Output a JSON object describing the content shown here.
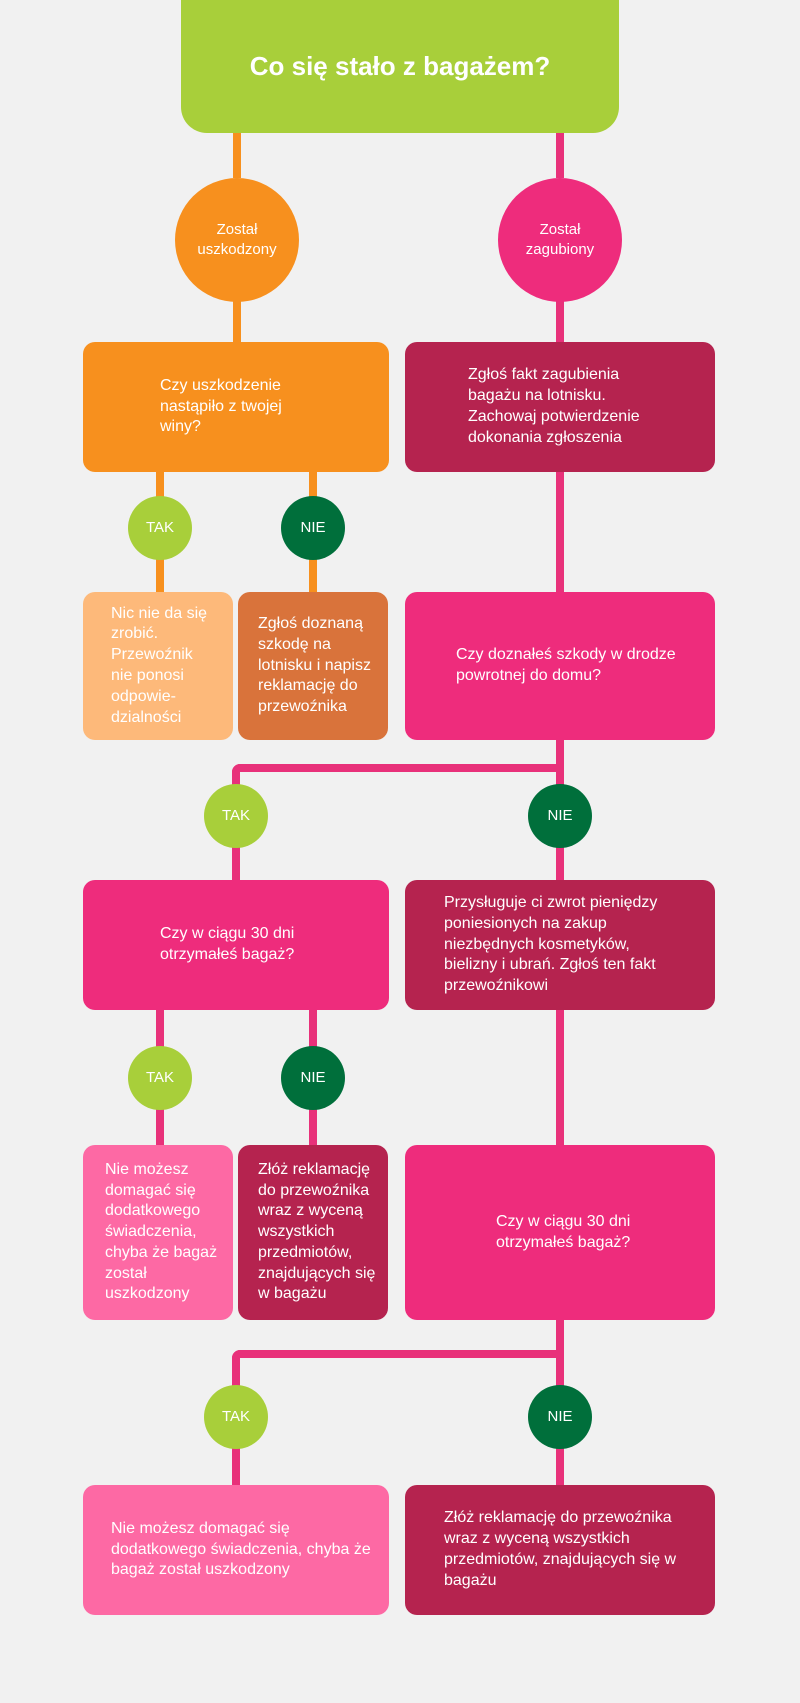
{
  "title": "Co się stało z bagażem?",
  "branches": {
    "damaged": "Został uszkodzony",
    "lost": "Został zagubiony"
  },
  "labels": {
    "yes": "TAK",
    "no": "NIE"
  },
  "nodes": {
    "q_fault": "Czy uszkodzenie nastąpiło z twojej winy?",
    "nothing_to_do": "Nic nie da się zrobić. Przewoźnik nie ponosi odpowie-dzialności",
    "report_damage": "Zgłoś doznaną szkodę na lotnisku i napisz reklamację do przewoźnika",
    "report_lost": "Zgłoś fakt zagubienia bagażu na lotnisku. Zachowaj potwierdzenie dokonania zgłoszenia",
    "q_damage_return": "Czy doznałeś szkody w drodze powrotnej do domu?",
    "q_30days_left": "Czy w ciągu 30 dni otrzymałeś bagaż?",
    "refund": "Przysługuje ci zwrot pieniędzy poniesionych na zakup niezbędnych kosmetyków, bielizny i ubrań. Zgłoś ten fakt przewoźnikowi",
    "no_extra_left": "Nie możesz domagać się dodatkowego świadczenia, chyba że bagaż został uszkodzony",
    "claim_left": "Złóż reklamację do przewoźnika wraz z wyceną wszystkich przedmiotów, znajdujących się w bagażu",
    "q_30days_right": "Czy w ciągu 30 dni otrzymałeś bagaż?",
    "no_extra_bottom": "Nie możesz domagać się dodatkowego świadczenia, chyba że bagaż został uszkodzony",
    "claim_bottom": "Złóż reklamację do przewoźnika wraz z wyceną wszystkich przedmiotów, znajdujących się w bagażu"
  },
  "colors": {
    "background": "#f1f1f1",
    "lime": "#a8cf3a",
    "orange": "#f7901e",
    "pink": "#ee2c7c",
    "maroon": "#b5234f",
    "dark_green": "#006f3b"
  }
}
